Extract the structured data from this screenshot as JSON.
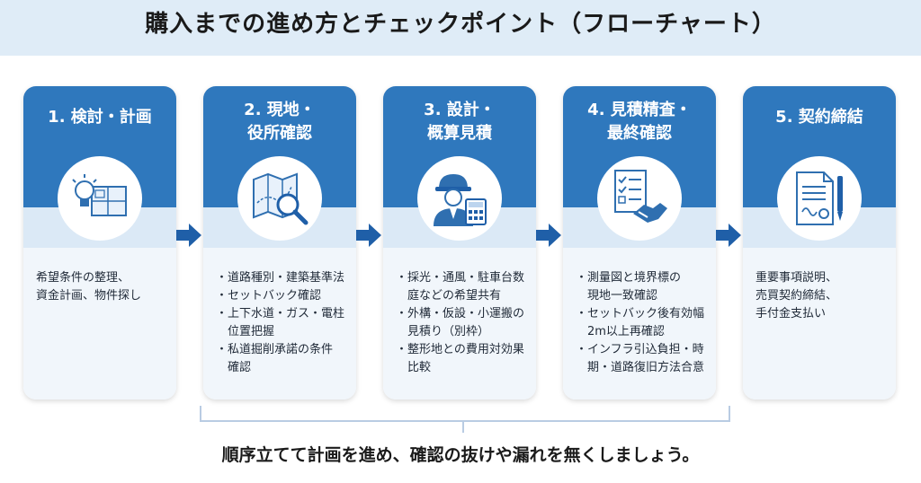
{
  "title": "購入までの進め方とチェックポイント（フローチャート）",
  "steps": [
    {
      "title": "1. 検討・計画",
      "icon": "lightbulb-blueprint-icon",
      "desc": "希望条件の整理、\n資金計画、物件探し"
    },
    {
      "title": "2. 現地・\n役所確認",
      "icon": "map-magnifier-icon",
      "desc": "・道路種別・建築基準法\n・セットバック確認\n・上下水道・ガス・電柱\n　位置把握\n・私道掘削承諾の条件\n　確認"
    },
    {
      "title": "3. 設計・\n概算見積",
      "icon": "engineer-calculator-icon",
      "desc": "・採光・通風・駐車台数\n　庭などの希望共有\n・外構・仮設・小運搬の\n　見積り（別枠）\n・整形地との費用対効果\n　比較"
    },
    {
      "title": "4. 見積精査・\n最終確認",
      "icon": "checklist-handshake-icon",
      "desc": "・測量図と境界標の\n　現地一致確認\n・セットバック後有効幅\n　2m以上再確認\n・インフラ引込負担・時\n　期・道路復旧方法合意"
    },
    {
      "title": "5. 契約締結",
      "icon": "contract-pen-icon",
      "desc": "重要事項説明、\n売買契約締結、\n手付金支払い"
    }
  ],
  "footer": "順序立てて計画を進め、確認の抜けや漏れを無くしましょう。",
  "colors": {
    "header_blue": "#2f78bd",
    "arrow_blue": "#1f5fa8",
    "title_band": "#dfecf7"
  }
}
